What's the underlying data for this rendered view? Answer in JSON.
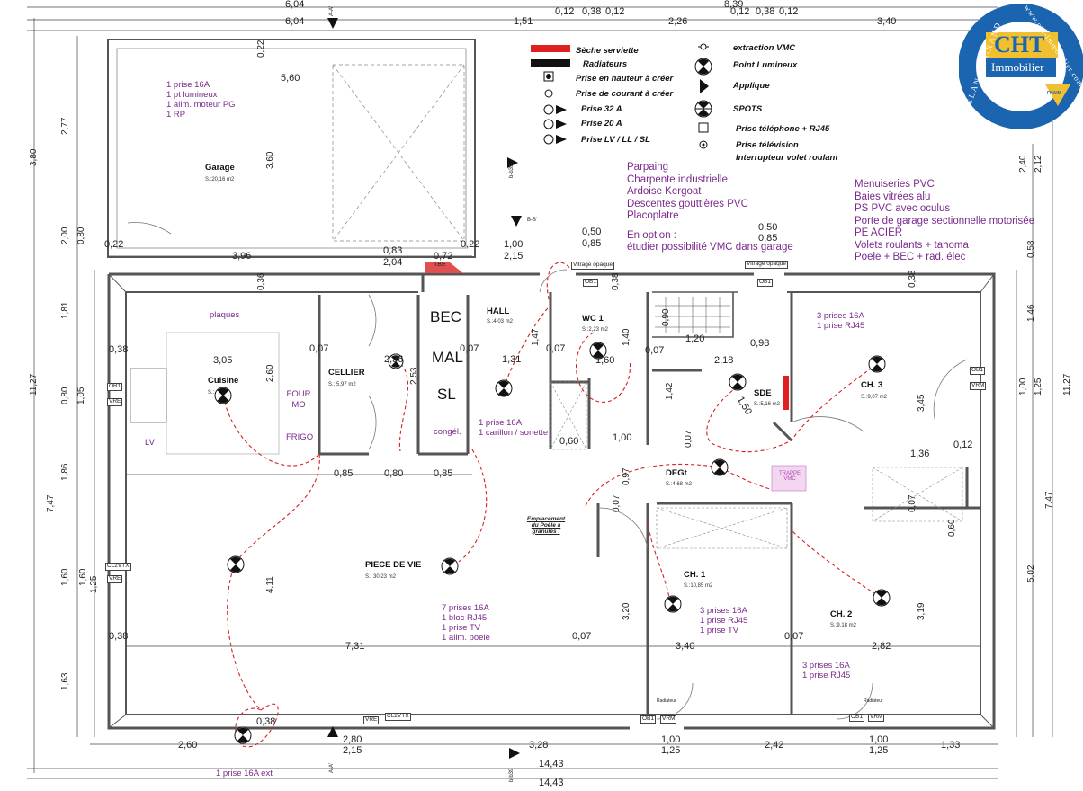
{
  "legend": {
    "left": [
      {
        "icon": "towel-dryer-icon",
        "text": "Sèche serviette"
      },
      {
        "icon": "radiator-icon",
        "text": "Radiateurs"
      },
      {
        "icon": "high-outlet-icon",
        "text": "Prise en hauteur à créer"
      },
      {
        "icon": "outlet-icon",
        "text": "Prise de courant à créer"
      },
      {
        "icon": "outlet-32a-icon",
        "text": "Prise 32 A"
      },
      {
        "icon": "outlet-20a-icon",
        "text": "Prise 20 A"
      },
      {
        "icon": "outlet-lv-icon",
        "text": "Prise LV / LL / SL"
      }
    ],
    "right": [
      {
        "icon": "vmc-extraction-icon",
        "text": "extraction VMC"
      },
      {
        "icon": "ceiling-light-icon",
        "text": "Point Lumineux"
      },
      {
        "icon": "wall-light-icon",
        "text": "Applique"
      },
      {
        "icon": "spot-icon",
        "text": "SPOTS"
      },
      {
        "icon": "phone-outlet-icon",
        "text": "Prise téléphone + RJ45"
      },
      {
        "icon": "tv-outlet-icon",
        "text": "Prise télévision"
      },
      {
        "icon": "shutter-switch-icon",
        "text": "Interrupteur volet roulant"
      }
    ]
  },
  "notes": {
    "construction": [
      "Parpaing",
      "Charpente industrielle",
      "Ardoise Kergoat",
      "Descentes gouttières PVC",
      "Placoplatre",
      "",
      "En option :",
      "étudier possibilité VMC dans garage"
    ],
    "finishes": [
      "Menuiseries PVC",
      "Baies vitrées alu",
      "PS PVC avec oculus",
      "Porte de garage sectionnelle motorisée",
      "PE ACIER",
      "Volets roulants + tahoma",
      "Poele + BEC + rad. élec"
    ],
    "garage": [
      "1 prise 16A",
      "1 pt lumineux",
      "1 alim. moteur PG",
      "1 RP"
    ],
    "kitchen": "plaques",
    "hall": [
      "1 prise 16A",
      "1 carillon / sonette"
    ],
    "living": [
      "7 prises 16A",
      "1 bloc RJ45",
      "1 prise TV",
      "1 alim. poele"
    ],
    "ch3": [
      "3 prises 16A",
      "1 prise RJ45"
    ],
    "ch1": [
      "3 prises 16A",
      "1 prise RJ45",
      "1 prise TV"
    ],
    "ch2": [
      "3 prises 16A",
      "1 prise RJ45"
    ],
    "outside": "1 prise 16A ext",
    "stove": "Emplacement du Poêle à granulés !"
  },
  "rooms": {
    "garage": {
      "name": "Garage",
      "area": "S.:20,16 m2"
    },
    "cuisine": {
      "name": "Cuisine",
      "area": "S.:"
    },
    "cellier": {
      "name": "CELLIER",
      "area": "S.:     5,97 m2"
    },
    "hall": {
      "name": "HALL",
      "area": "S.:4,03 m2"
    },
    "wc": {
      "name": "WC 1",
      "area": "S.:2,23 m2"
    },
    "sde": {
      "name": "SDE",
      "area": "S.:5,16 m2"
    },
    "ch3": {
      "name": "CH. 3",
      "area": "S.:9,07 m2"
    },
    "degt": {
      "name": "DEGt",
      "area": "S.:4,68 m2"
    },
    "piece": {
      "name": "PIECE DE VIE",
      "area": "S.:                30,23 m2"
    },
    "ch1": {
      "name": "CH. 1",
      "area": "S.:10,85 m2"
    },
    "ch2": {
      "name": "CH. 2",
      "area": "S.:9,18 m2"
    }
  },
  "fixtures": {
    "bec": "BEC",
    "mal": "MAL",
    "sl": "SL",
    "conge": "congél.",
    "four": "FOUR MO",
    "frigo": "FRIGO",
    "lv": "LV",
    "tbe": "TBE",
    "trappe": "TRAPPE VMC",
    "radiateur": "Radiateur",
    "vitrage": "Vitrage opaque"
  },
  "labels": {
    "ob1": "OB1",
    "vre": "VRE",
    "vrm": "VRM",
    "cl2vtx": "CL2VTX"
  },
  "section_marks": {
    "aa": "A-A'",
    "bb": "B-B'",
    "b39": "b-b39"
  },
  "dims_top": [
    "6,04",
    "6,04",
    "1,51",
    "0,12",
    "0,38",
    "0,12",
    "2,26",
    "8,39",
    "0,12",
    "0,38",
    "0,12",
    "3,40"
  ],
  "dims_misc": {
    "d560": "5,60",
    "d396": "3,96",
    "d022a": "0,22",
    "d022b": "0,22",
    "d022c": "0,22",
    "d083": "0,83",
    "d204": "2,04",
    "d072": "0,72",
    "d100": "1,00",
    "d215": "2,15",
    "d050a": "0,50",
    "d085a": "0,85",
    "d050b": "0,50",
    "d085b": "0,85",
    "d305": "3,05",
    "d038a": "0,38",
    "d007a": "0,07",
    "d236": "2,36",
    "d007b": "0,07",
    "d131": "1,31",
    "d007c": "0,07",
    "d160": "1,60",
    "d120": "1,20",
    "d098": "0,98",
    "d218": "2,18",
    "d150": "1,50",
    "d100b": "1,00",
    "d060": "0,60",
    "d007d": "0,07",
    "d085c": "0,85",
    "d080": "0,80",
    "d085d": "0,85",
    "d136": "1,36",
    "d012": "0,12",
    "d731": "7,31",
    "d340": "3,40",
    "d282": "2,82",
    "d038b": "0,38",
    "d007e": "0,07",
    "d007f": "0,07",
    "d260": "2,60",
    "d280": "2,80",
    "d215b": "2,15",
    "d328": "3,28",
    "d100c": "1,00",
    "d125a": "1,25",
    "d242": "2,42",
    "d100d": "1,00",
    "d125b": "1,25",
    "d133": "1,33",
    "d1443a": "14,43",
    "d1443b": "14,43",
    "d038c": "0,38"
  },
  "dims_vertical": {
    "v380": "3,80",
    "v277": "2,77",
    "v022": "0,22",
    "v360": "3,60",
    "v200": "2,00",
    "v080": "0,80",
    "v1127": "11,27",
    "v181": "1,81",
    "v080b": "0,80",
    "v105": "1,05",
    "v747": "7,47",
    "v186": "1,86",
    "v160": "1,60",
    "v160b": "1,60",
    "v125": "1,25",
    "v163": "1,63",
    "v036": "0,36",
    "v260": "2,60",
    "v253": "2,53",
    "v147": "1,47",
    "v140": "1,40",
    "v090": "0,90",
    "v142": "1,42",
    "v007": "0,07",
    "v097": "0,97",
    "v007b": "0,07",
    "v411": "4,11",
    "v320": "3,20",
    "v319": "3,19",
    "v345": "3,45",
    "v240": "2,40",
    "v212": "2,12",
    "v058": "0,58",
    "v146": "1,46",
    "v100": "1,00",
    "v125b": "1,25",
    "v1127b": "11,27",
    "v747b": "7,47",
    "v502": "5,02",
    "v007c": "0,07",
    "v060": "0,60",
    "v038": "0,38",
    "v038b": "0,38"
  },
  "logo": {
    "brand": "CHT",
    "sub": "Immobilier",
    "ring_left": "PLELAN LE GRAND",
    "ring_right": "www.cht-immobilier.com",
    "badge": "FNAIM"
  },
  "colors": {
    "wall": "#555555",
    "dash": "#d62020",
    "purple": "#7a2a8c",
    "logo_blue": "#1a64b0",
    "logo_gold": "#f0c030"
  }
}
